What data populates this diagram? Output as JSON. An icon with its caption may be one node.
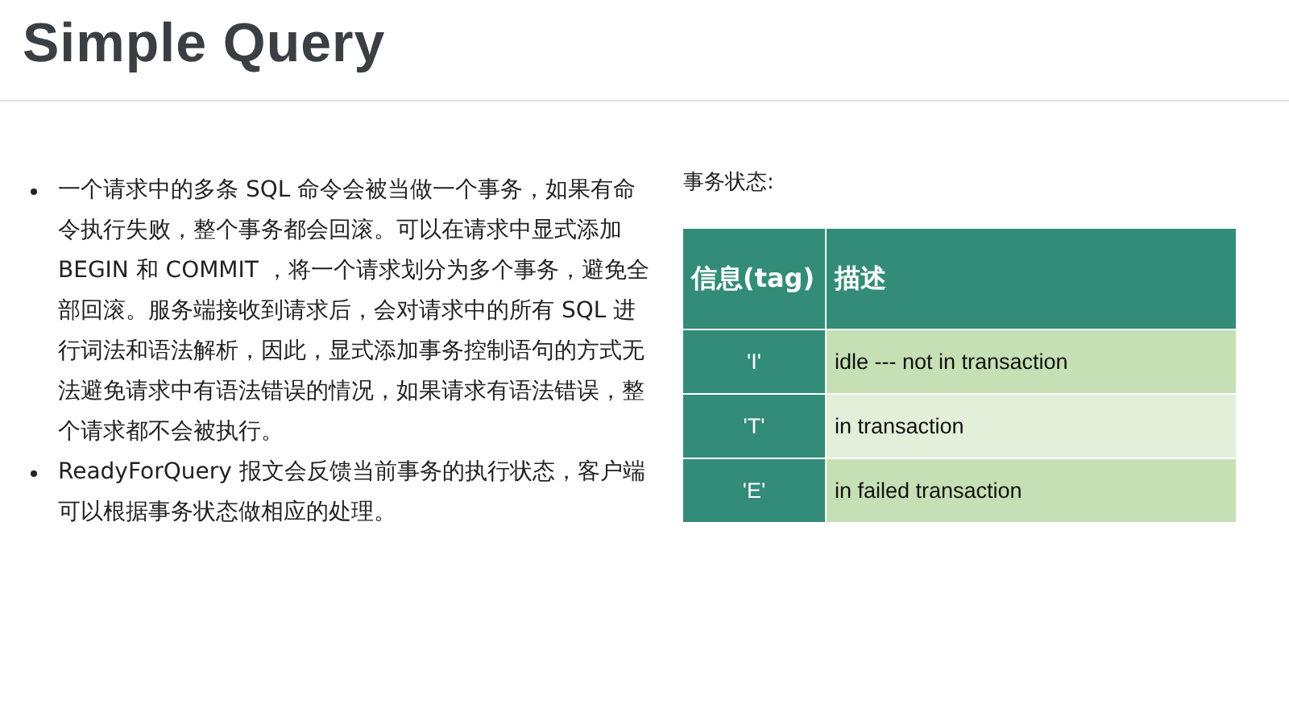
{
  "diagram": {
    "title": "Simple Query",
    "labels": [
      "一个请求中的多条 SQL 命令会被当做一个事务，如果有命令执行失败，整个事务都会回滚。可以在请求中显式添加 BEGIN 和 COMMIT ，将一个请求划分为多个事务，避免全部回滚。服务端接收到请求后，会对请求中的所有 SQL 进行词法和语法解析，因此，显式添加事务控制语句的方式无法避免请求中有语法错误的情况，如果请求有语法错误，整个请求都不会被执行。",
      "ReadyForQuery 报文会反馈当前事务的执行状态，客户端可以根据事务状态做相应的处理。",
      "事务状态:",
      "信息(tag)",
      "描述",
      "'I'",
      "idle --- not in transaction",
      "'T'",
      "in transaction",
      "'E'",
      "in failed transaction"
    ]
  }
}
